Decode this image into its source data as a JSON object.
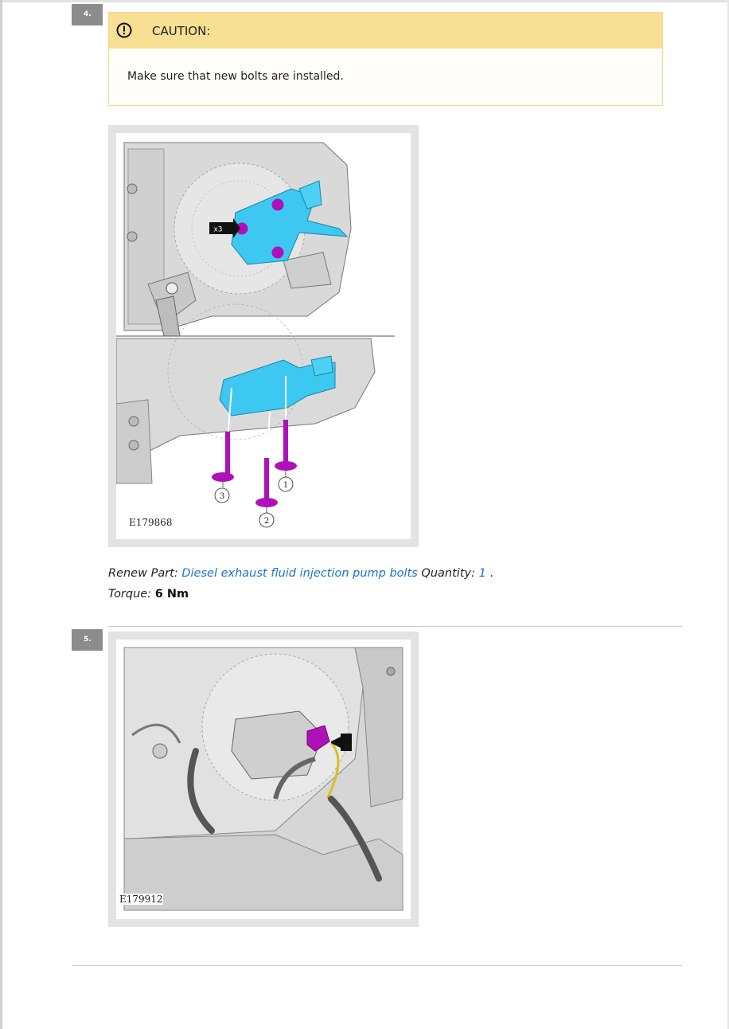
{
  "steps": [
    {
      "number": "4.",
      "caution": {
        "title": "CAUTION:",
        "text": "Make sure that new bolts are installed."
      },
      "figure": {
        "id": "E179868",
        "callouts": [
          "x3",
          "1",
          "2",
          "3"
        ]
      },
      "renew_part": {
        "label": "Renew Part:",
        "part_name": "Diesel exhaust fluid injection pump bolts",
        "quantity_label": "Quantity:",
        "quantity": "1",
        "end": "."
      },
      "torque": {
        "label": "Torque:",
        "value": "6 Nm"
      }
    },
    {
      "number": "5.",
      "figure": {
        "id": "E179912"
      }
    }
  ],
  "colors": {
    "caution_header": "#f7df93",
    "caution_border": "#f2d98e",
    "link": "#1a73c8",
    "highlight_part": "#3cc8f0",
    "bolt": "#b010b8",
    "step_badge": "#8c8c8c"
  },
  "icons": [
    "caution-exclamation-icon",
    "arrow-right-icon",
    "arrow-left-icon"
  ]
}
